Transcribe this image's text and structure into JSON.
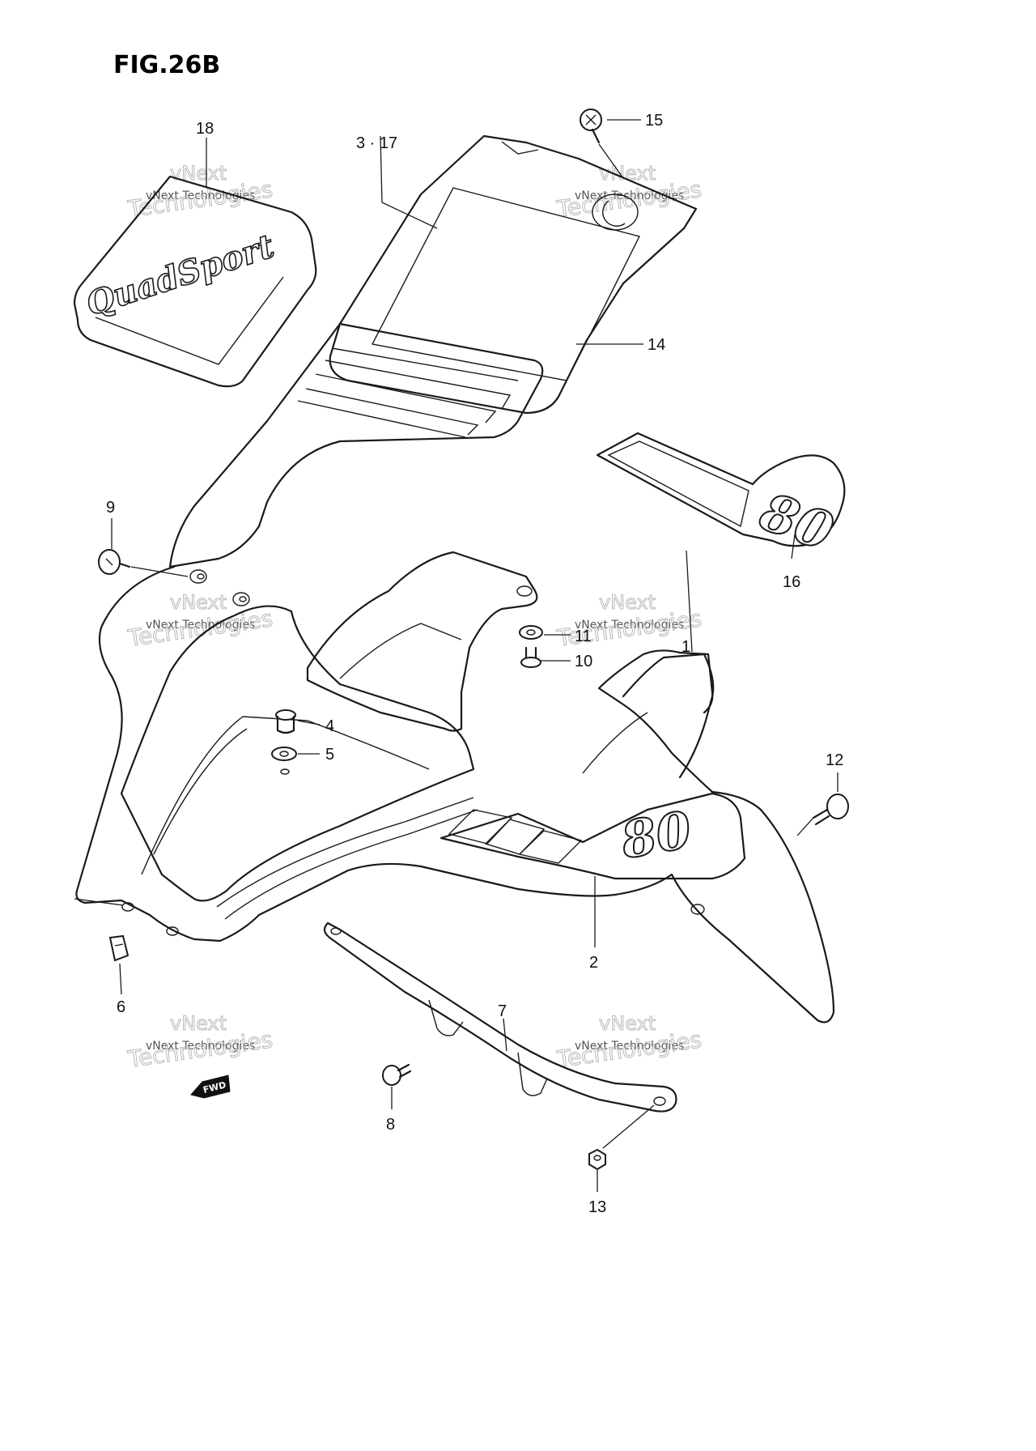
{
  "figure": {
    "title": "FIG.26B"
  },
  "watermark": {
    "brand": "vNext",
    "name": "Technologies",
    "full": "vNext Technologies"
  },
  "decals": {
    "quad_sport": "QuadSport",
    "number": "80",
    "fwd": "FWD"
  },
  "callouts": [
    {
      "id": "c1",
      "label": "1"
    },
    {
      "id": "c2",
      "label": "2"
    },
    {
      "id": "c3_17",
      "label": "3 · 17"
    },
    {
      "id": "c4",
      "label": "4"
    },
    {
      "id": "c5",
      "label": "5"
    },
    {
      "id": "c6",
      "label": "6"
    },
    {
      "id": "c7",
      "label": "7"
    },
    {
      "id": "c8",
      "label": "8"
    },
    {
      "id": "c9",
      "label": "9"
    },
    {
      "id": "c10",
      "label": "10"
    },
    {
      "id": "c11",
      "label": "11"
    },
    {
      "id": "c12",
      "label": "12"
    },
    {
      "id": "c13",
      "label": "13"
    },
    {
      "id": "c14",
      "label": "14"
    },
    {
      "id": "c15",
      "label": "15"
    },
    {
      "id": "c16",
      "label": "16"
    },
    {
      "id": "c18",
      "label": "18"
    }
  ]
}
